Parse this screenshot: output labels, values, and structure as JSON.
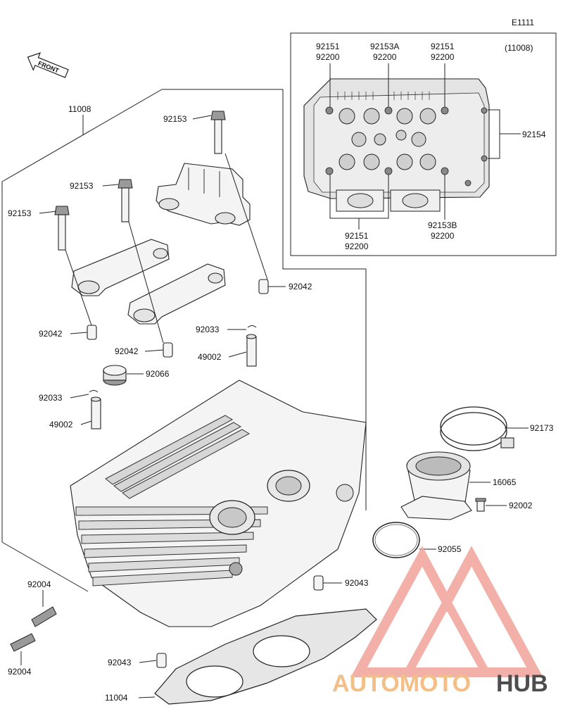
{
  "diagram_code": "E1111",
  "front_label": "FRONT",
  "inset": {
    "assembly_ref": "(11008)",
    "labels": {
      "top_left": [
        "92151",
        "92200"
      ],
      "top_center": [
        "92153A",
        "92200"
      ],
      "top_right": [
        "92151",
        "92200"
      ],
      "right": "92154",
      "bottom_left": [
        "92151",
        "92200"
      ],
      "bottom_right": [
        "92153B",
        "92200"
      ]
    }
  },
  "callouts": {
    "cyl_head_assy": "11008",
    "bolt_a": "92153",
    "bolt_b": "92153",
    "bolt_c": "92153",
    "dowel_top": "92042",
    "dowel_left": "92042",
    "dowel_mid": "92042",
    "clip_right": "92033",
    "guide_right": "49002",
    "seal_plug": "92066",
    "clip_left": "92033",
    "guide_left": "49002",
    "clamp": "92173",
    "holder": "16065",
    "bolt_holder": "92002",
    "o_ring": "92055",
    "dowel_lower_right": "92043",
    "dowel_lower_left": "92043",
    "stud_top": "92004",
    "stud_bottom": "92004",
    "gasket": "11004"
  },
  "watermark": {
    "text_part1": "AUTOMOTO",
    "text_part2": "HUB",
    "color_main": "#f2a8a0",
    "color_accent": "#f3b97a",
    "color_dark": "#3a3a3a"
  }
}
